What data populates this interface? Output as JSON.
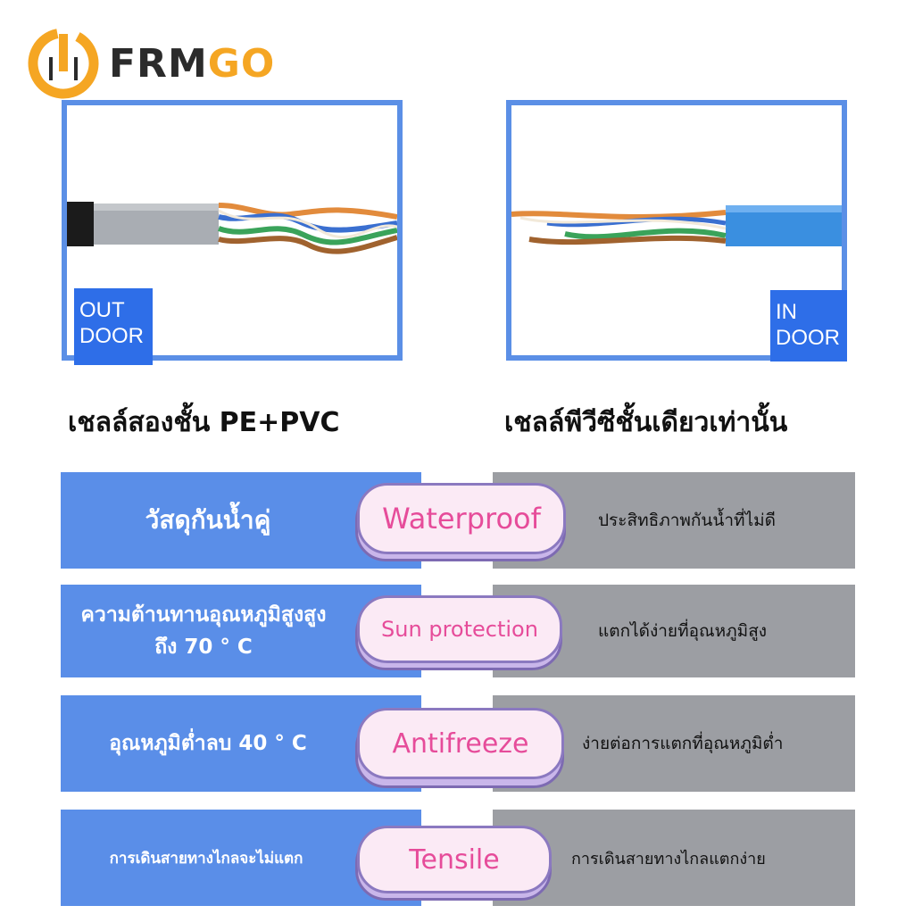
{
  "brand": {
    "name_main": "FRM",
    "name_accent": "GO",
    "accent_color": "#f5a623"
  },
  "panels": {
    "outdoor": {
      "tag_line1": "OUT",
      "tag_line2": "DOOR"
    },
    "indoor": {
      "tag_line1": "IN",
      "tag_line2": "DOOR"
    }
  },
  "captions": {
    "outdoor": "เชลล์สองชั้น PE+PVC",
    "indoor": "เชลล์พีวีซีชั้นเดียวเท่านั้น"
  },
  "comparison": [
    {
      "left": "วัสดุกันน้ำคู่",
      "feature": "Waterproof",
      "right": "ประสิทธิภาพกันน้ำที่ไม่ดี"
    },
    {
      "left": "ความต้านทานอุณหภูมิสูงสูงถึง 70 ° C",
      "feature": "Sun protection",
      "right": "แตกได้ง่ายที่อุณหภูมิสูง"
    },
    {
      "left": "อุณหภูมิต่ำลบ 40 ° C",
      "feature": "Antifreeze",
      "right": "ง่ายต่อการแตกที่อุณหภูมิต่ำ"
    },
    {
      "left": "การเดินสายทางไกลจะไม่แตก",
      "feature": "Tensile",
      "right": "การเดินสายทางไกลแตกง่าย"
    }
  ],
  "colors": {
    "panel_border": "#5b8fe6",
    "tag": "#2e6ee8",
    "row_blue": "#5a8ee8",
    "row_grey": "#9c9ea3",
    "pill_text": "#e64c9a"
  }
}
